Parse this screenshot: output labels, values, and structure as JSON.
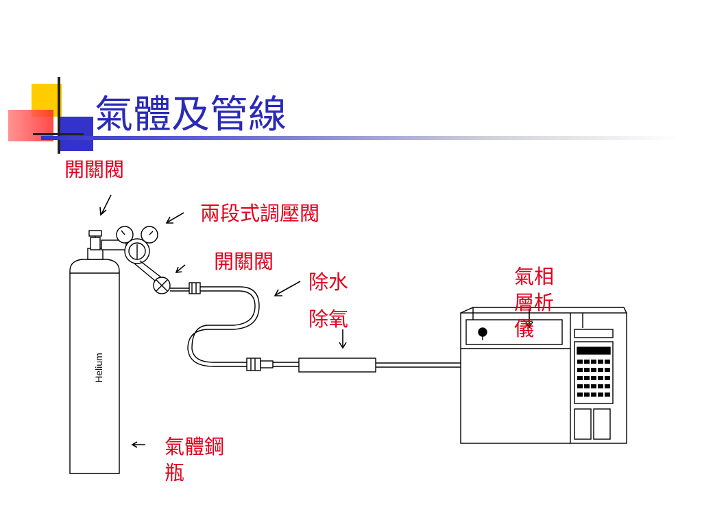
{
  "slide": {
    "title": "氣體及管線",
    "accent_colors": {
      "yellow": "#ffcc00",
      "red": "#ff3a3a",
      "blue": "#3333cc",
      "title": "#2a2ab8",
      "label": "#e0001b"
    }
  },
  "labels": {
    "top_valve": "開關閥",
    "two_stage_regulator": "兩段式調壓閥",
    "outlet_valve": "開關閥",
    "moisture_trap": "除水",
    "oxygen_trap": "除氧",
    "gas_chromatograph": "氣相層析儀",
    "gas_cylinder": "氣體鋼瓶"
  },
  "cylinder": {
    "gas_name": "Helium"
  }
}
